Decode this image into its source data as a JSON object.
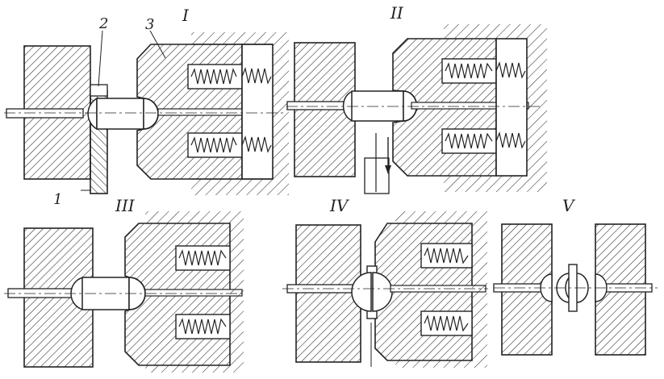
{
  "labels": {
    "stage_1": "I",
    "stage_2": "II",
    "stage_3": "III",
    "stage_4": "IV",
    "stage_5": "V",
    "part_1": "1",
    "part_2": "2",
    "part_3": "3"
  },
  "colors": {
    "ink": "#222222",
    "paper": "#ffffff"
  }
}
